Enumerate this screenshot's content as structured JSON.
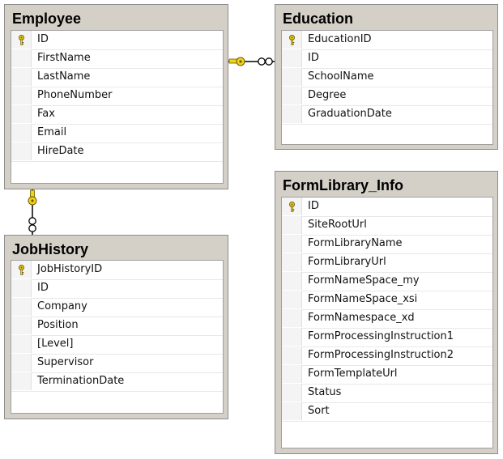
{
  "tables": [
    {
      "id": "employee",
      "title": "Employee",
      "columns": [
        {
          "name": "ID",
          "pk": true
        },
        {
          "name": "FirstName",
          "pk": false
        },
        {
          "name": "LastName",
          "pk": false
        },
        {
          "name": "PhoneNumber",
          "pk": false
        },
        {
          "name": "Fax",
          "pk": false
        },
        {
          "name": "Email",
          "pk": false
        },
        {
          "name": "HireDate",
          "pk": false
        }
      ]
    },
    {
      "id": "education",
      "title": "Education",
      "columns": [
        {
          "name": "EducationID",
          "pk": true
        },
        {
          "name": "ID",
          "pk": false
        },
        {
          "name": "SchoolName",
          "pk": false
        },
        {
          "name": "Degree",
          "pk": false
        },
        {
          "name": "GraduationDate",
          "pk": false
        }
      ]
    },
    {
      "id": "jobhistory",
      "title": "JobHistory",
      "columns": [
        {
          "name": "JobHistoryID",
          "pk": true
        },
        {
          "name": "ID",
          "pk": false
        },
        {
          "name": "Company",
          "pk": false
        },
        {
          "name": "Position",
          "pk": false
        },
        {
          "name": "[Level]",
          "pk": false
        },
        {
          "name": "Supervisor",
          "pk": false
        },
        {
          "name": "TerminationDate",
          "pk": false
        }
      ]
    },
    {
      "id": "formlibrary",
      "title": "FormLibrary_Info",
      "columns": [
        {
          "name": "ID",
          "pk": true
        },
        {
          "name": "SiteRootUrl",
          "pk": false
        },
        {
          "name": "FormLibraryName",
          "pk": false
        },
        {
          "name": "FormLibraryUrl",
          "pk": false
        },
        {
          "name": "FormNameSpace_my",
          "pk": false
        },
        {
          "name": "FormNameSpace_xsi",
          "pk": false
        },
        {
          "name": "FormNamespace_xd",
          "pk": false
        },
        {
          "name": "FormProcessingInstruction1",
          "pk": false
        },
        {
          "name": "FormProcessingInstruction2",
          "pk": false
        },
        {
          "name": "FormTemplateUrl",
          "pk": false
        },
        {
          "name": "Status",
          "pk": false
        },
        {
          "name": "Sort",
          "pk": false
        }
      ]
    }
  ],
  "relationships": [
    {
      "from": "employee",
      "to": "education",
      "from_end": "one (key)",
      "to_end": "many (infinity)"
    },
    {
      "from": "employee",
      "to": "jobhistory",
      "from_end": "one (key)",
      "to_end": "many (infinity)"
    }
  ],
  "colors": {
    "key_icon": "#f2d21b",
    "panel": "#d4d0c8",
    "connector": "#000000"
  }
}
